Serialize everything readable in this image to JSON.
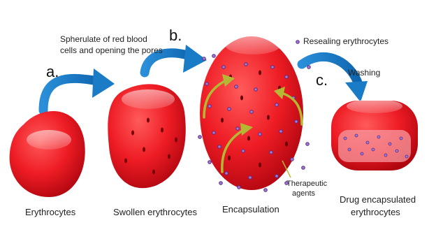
{
  "stages": {
    "erythrocytes": "Erythrocytes",
    "swollen": "Swollen erythrocytes",
    "encapsulation": "Encapsulation",
    "drug_line1": "Drug encapsulated",
    "drug_line2": "erythrocytes"
  },
  "steps": {
    "a": {
      "letter": "a.",
      "line1": "Spherulate of red blood",
      "line2": "cells and opening the pores"
    },
    "b": {
      "letter": "b."
    },
    "c": {
      "letter": "c.",
      "note": "Washing"
    }
  },
  "annotations": {
    "resealing": "Resealing erythrocytes",
    "agents_line1": "Therapeutic",
    "agents_line2": "agents"
  },
  "colors": {
    "cell_red": "#ee1c24",
    "cell_dark": "#b00610",
    "arrow_blue": "#1a7cc7",
    "agent_purple": "#7b3fa0",
    "arrow_green": "#b5b833"
  }
}
